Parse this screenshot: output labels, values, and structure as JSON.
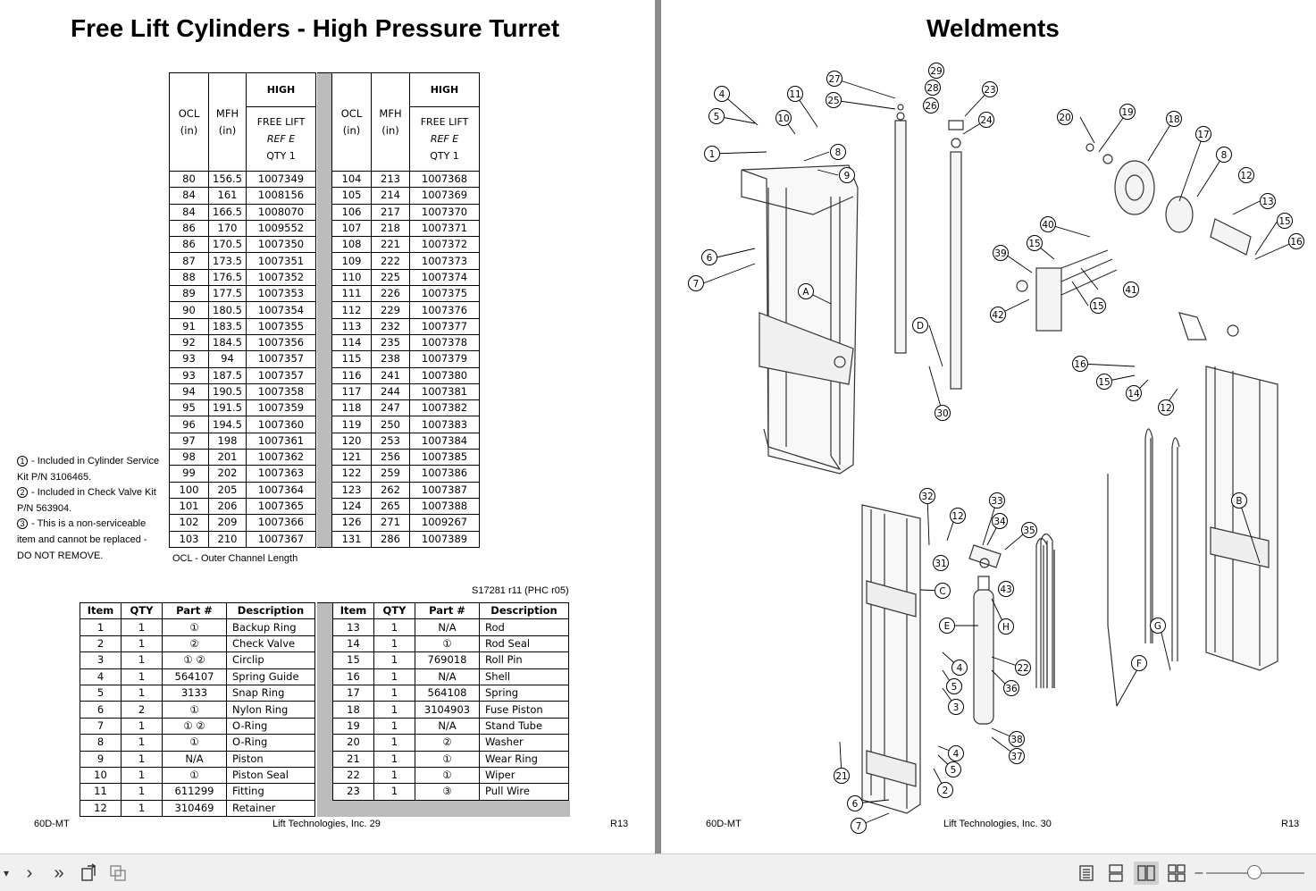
{
  "left_page": {
    "title": "Free Lift Cylinders - High Pressure Turret",
    "ocl_table": {
      "col_ocl": "OCL",
      "col_mfh": "MFH",
      "unit": "(in)",
      "col_high": "HIGH",
      "col_free_lift": "FREE LIFT",
      "col_ref": "REF E",
      "col_qty": "QTY 1",
      "rows_left": [
        [
          "80",
          "156.5",
          "1007349"
        ],
        [
          "84",
          "161",
          "1008156"
        ],
        [
          "84",
          "166.5",
          "1008070"
        ],
        [
          "86",
          "170",
          "1009552"
        ],
        [
          "86",
          "170.5",
          "1007350"
        ],
        [
          "87",
          "173.5",
          "1007351"
        ],
        [
          "88",
          "176.5",
          "1007352"
        ],
        [
          "89",
          "177.5",
          "1007353"
        ],
        [
          "90",
          "180.5",
          "1007354"
        ],
        [
          "91",
          "183.5",
          "1007355"
        ],
        [
          "92",
          "184.5",
          "1007356"
        ],
        [
          "93",
          "94",
          "1007357"
        ],
        [
          "93",
          "187.5",
          "1007357"
        ],
        [
          "94",
          "190.5",
          "1007358"
        ],
        [
          "95",
          "191.5",
          "1007359"
        ],
        [
          "96",
          "194.5",
          "1007360"
        ],
        [
          "97",
          "198",
          "1007361"
        ],
        [
          "98",
          "201",
          "1007362"
        ],
        [
          "99",
          "202",
          "1007363"
        ],
        [
          "100",
          "205",
          "1007364"
        ],
        [
          "101",
          "206",
          "1007365"
        ],
        [
          "102",
          "209",
          "1007366"
        ],
        [
          "103",
          "210",
          "1007367"
        ]
      ],
      "rows_right": [
        [
          "104",
          "213",
          "1007368"
        ],
        [
          "105",
          "214",
          "1007369"
        ],
        [
          "106",
          "217",
          "1007370"
        ],
        [
          "107",
          "218",
          "1007371"
        ],
        [
          "108",
          "221",
          "1007372"
        ],
        [
          "109",
          "222",
          "1007373"
        ],
        [
          "110",
          "225",
          "1007374"
        ],
        [
          "111",
          "226",
          "1007375"
        ],
        [
          "112",
          "229",
          "1007376"
        ],
        [
          "113",
          "232",
          "1007377"
        ],
        [
          "114",
          "235",
          "1007378"
        ],
        [
          "115",
          "238",
          "1007379"
        ],
        [
          "116",
          "241",
          "1007380"
        ],
        [
          "117",
          "244",
          "1007381"
        ],
        [
          "118",
          "247",
          "1007382"
        ],
        [
          "119",
          "250",
          "1007383"
        ],
        [
          "120",
          "253",
          "1007384"
        ],
        [
          "121",
          "256",
          "1007385"
        ],
        [
          "122",
          "259",
          "1007386"
        ],
        [
          "123",
          "262",
          "1007387"
        ],
        [
          "124",
          "265",
          "1007388"
        ],
        [
          "126",
          "271",
          "1009267"
        ],
        [
          "131",
          "286",
          "1007389"
        ]
      ],
      "footnote": "OCL - Outer Channel Length"
    },
    "notes": [
      {
        "mark": "1",
        "text": " - Included in Cylinder Service Kit P/N 3106465."
      },
      {
        "mark": "2",
        "text": " - Included in Check Valve Kit P/N 563904."
      },
      {
        "mark": "3",
        "text": " - This is a non-serviceable item and cannot be replaced - DO NOT REMOVE."
      }
    ],
    "doc_ref": "S17281 r11 (PHC r05)",
    "parts_table": {
      "headers": [
        "Item",
        "QTY",
        "Part #",
        "Description"
      ],
      "rows_left": [
        [
          "1",
          "1",
          "①",
          "Backup Ring"
        ],
        [
          "2",
          "1",
          "②",
          "Check Valve"
        ],
        [
          "3",
          "1",
          "① ②",
          "Circlip"
        ],
        [
          "4",
          "1",
          "564107",
          "Spring Guide"
        ],
        [
          "5",
          "1",
          "3133",
          "Snap Ring"
        ],
        [
          "6",
          "2",
          "①",
          "Nylon Ring"
        ],
        [
          "7",
          "1",
          "① ②",
          "O-Ring"
        ],
        [
          "8",
          "1",
          "①",
          "O-Ring"
        ],
        [
          "9",
          "1",
          "N/A",
          "Piston"
        ],
        [
          "10",
          "1",
          "①",
          "Piston Seal"
        ],
        [
          "11",
          "1",
          "611299",
          "Fitting"
        ],
        [
          "12",
          "1",
          "310469",
          "Retainer"
        ]
      ],
      "rows_right": [
        [
          "13",
          "1",
          "N/A",
          "Rod"
        ],
        [
          "14",
          "1",
          "①",
          "Rod Seal"
        ],
        [
          "15",
          "1",
          "769018",
          "Roll Pin"
        ],
        [
          "16",
          "1",
          "N/A",
          "Shell"
        ],
        [
          "17",
          "1",
          "564108",
          "Spring"
        ],
        [
          "18",
          "1",
          "3104903",
          "Fuse Piston"
        ],
        [
          "19",
          "1",
          "N/A",
          "Stand Tube"
        ],
        [
          "20",
          "1",
          "②",
          "Washer"
        ],
        [
          "21",
          "1",
          "①",
          "Wear Ring"
        ],
        [
          "22",
          "1",
          "①",
          "Wiper"
        ],
        [
          "23",
          "1",
          "③",
          "Pull Wire"
        ]
      ]
    },
    "footer_left": "60D-MT",
    "footer_center": "Lift Technologies, Inc. 29",
    "footer_right": "R13"
  },
  "right_page": {
    "title": "Weldments",
    "callouts": [
      "1",
      "2",
      "3",
      "4",
      "5",
      "6",
      "7",
      "8",
      "9",
      "10",
      "11",
      "12",
      "13",
      "14",
      "15",
      "16",
      "17",
      "18",
      "19",
      "20",
      "21",
      "22",
      "23",
      "24",
      "25",
      "26",
      "27",
      "28",
      "29",
      "30",
      "31",
      "32",
      "33",
      "34",
      "35",
      "36",
      "37",
      "38",
      "39",
      "40",
      "41",
      "42",
      "43",
      "A",
      "B",
      "C",
      "D",
      "E",
      "F",
      "G",
      "H"
    ],
    "footer_left": "60D-MT",
    "footer_center": "Lift Technologies, Inc. 30",
    "footer_right": "R13"
  },
  "toolbar": {
    "dropdown_icon": "chevron-down-icon",
    "next_icon": "next-page-icon",
    "last_icon": "last-page-icon"
  }
}
